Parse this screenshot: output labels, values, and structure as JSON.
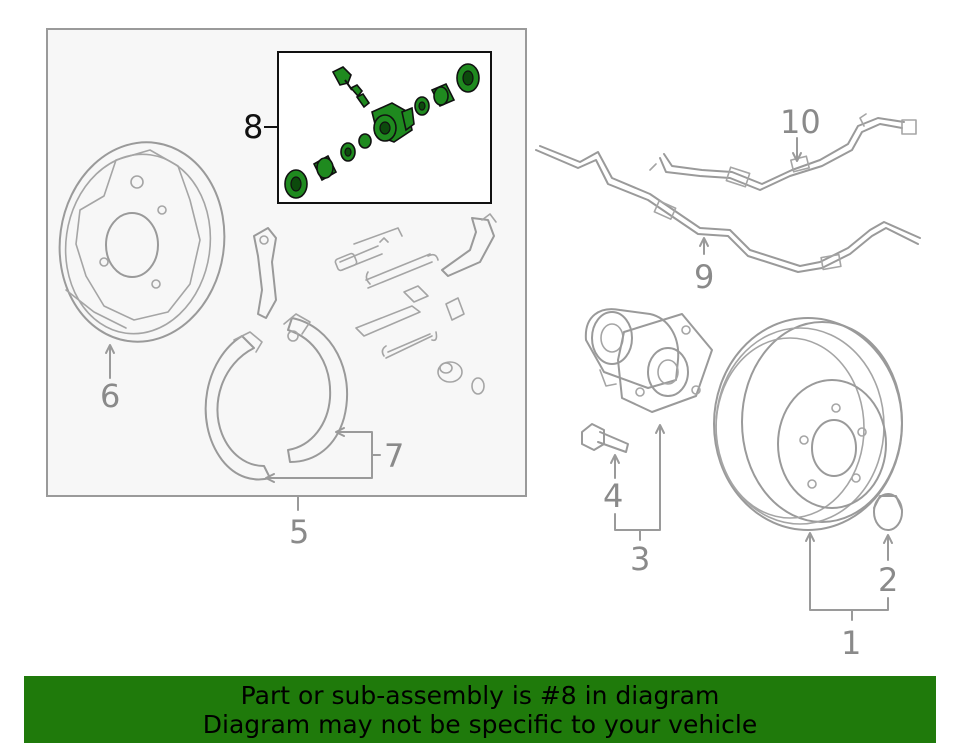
{
  "callouts": {
    "c1": "1",
    "c2": "2",
    "c3": "3",
    "c4": "4",
    "c5": "5",
    "c6": "6",
    "c7": "7",
    "c8": "8",
    "c9": "9",
    "c10": "10"
  },
  "banner": {
    "line1": "Part or sub-assembly is #8 in diagram",
    "line2": "Diagram may not be specific to your vehicle"
  },
  "colors": {
    "highlight": "#1f8a1f",
    "banner_bg": "#1f7a0b",
    "line_gray": "#9a9a9a"
  }
}
